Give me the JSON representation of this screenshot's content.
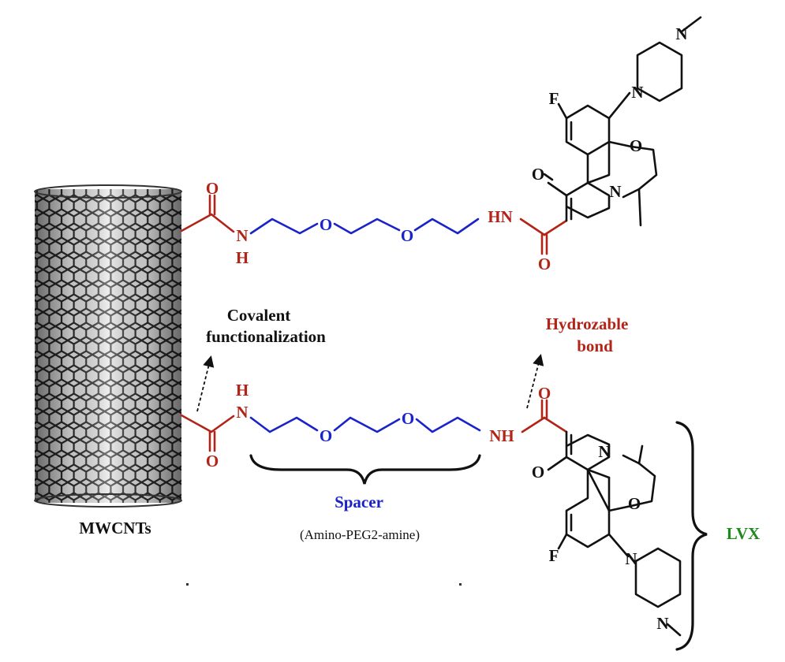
{
  "labels": {
    "nanotube": "MWCNTs",
    "covalent_line1": "Covalent",
    "covalent_line2": "functionalization",
    "hydrolyzable_line1": "Hydrozable",
    "hydrolyzable_line2": "bond",
    "spacer": "Spacer",
    "spacer_sub": "(Amino-PEG2-amine)",
    "drug": "LVX"
  },
  "atoms": {
    "oxygen": "O",
    "nitrogen": "N",
    "hydrogen": "H",
    "amide_nh": "HN",
    "amide_nh_alt": "NH",
    "fluorine": "F"
  },
  "colors": {
    "amide": "#b22417",
    "spacer": "#1a23c9",
    "drug_label": "#1e8a1e",
    "structure": "#111111",
    "nanotube": "#2a2a2a"
  }
}
